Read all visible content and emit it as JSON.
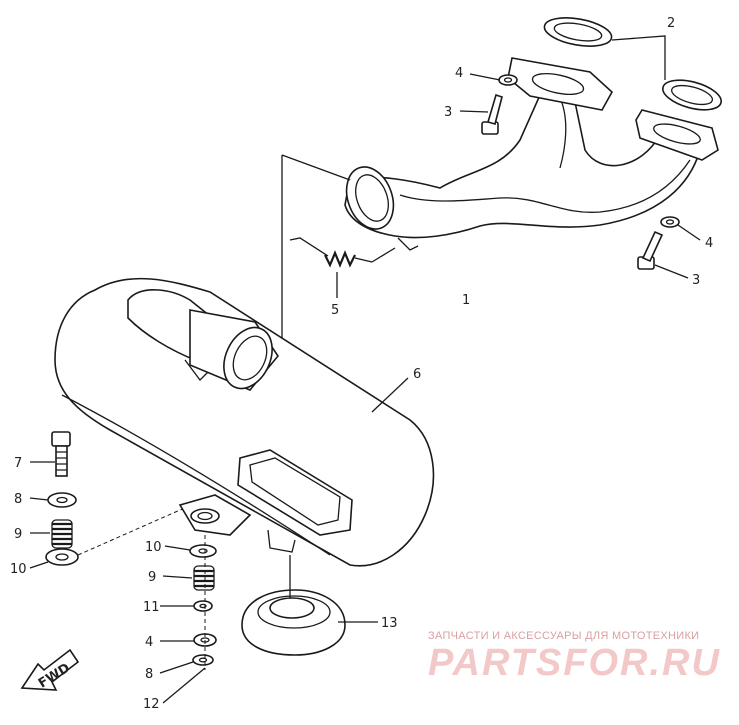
{
  "callouts": {
    "c1": "1",
    "c2": "2",
    "c3a": "3",
    "c3b": "3",
    "c4a": "4",
    "c4b": "4",
    "c4c": "4",
    "c5": "5",
    "c6": "6",
    "c7": "7",
    "c8a": "8",
    "c8b": "8",
    "c9a": "9",
    "c9b": "9",
    "c10a": "10",
    "c10b": "10",
    "c11": "11",
    "c12": "12",
    "c13": "13"
  },
  "fwd_label": "FWD",
  "watermark": {
    "tagline": "ЗАПЧАСТИ И АКСЕССУАРЫ ДЛЯ МОТОТЕХНИКИ",
    "brand": "PARTSFOR.RU"
  }
}
